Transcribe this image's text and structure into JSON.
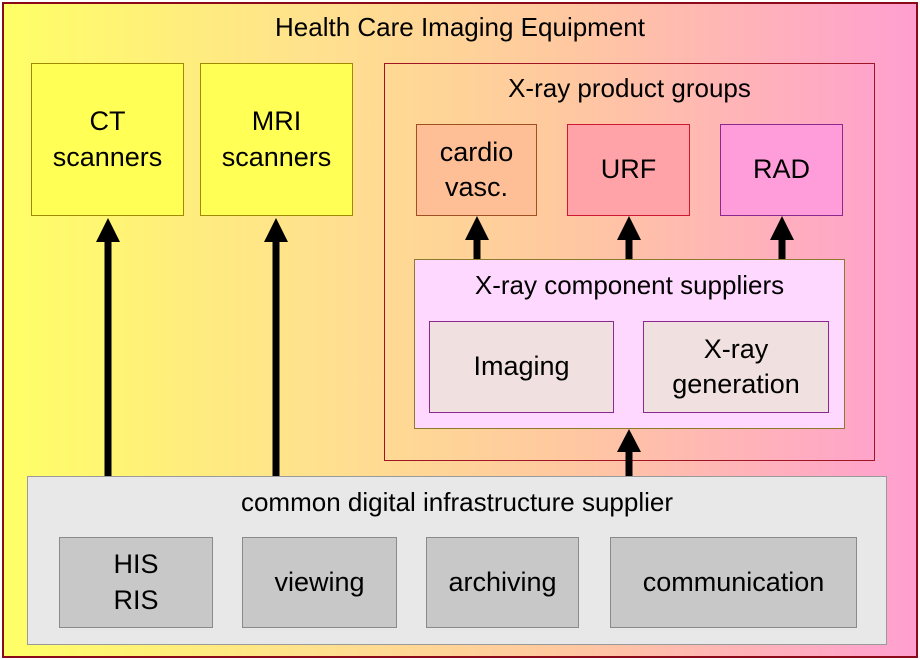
{
  "title": "Health Care Imaging Equipment",
  "ct": {
    "label": "CT\nscanners"
  },
  "mri": {
    "label": "MRI\nscanners"
  },
  "xray_groups": {
    "title": "X-ray product groups",
    "cardio": "cardio\nvasc.",
    "urf": "URF",
    "rad": "RAD"
  },
  "xray_suppliers": {
    "title": "X-ray component suppliers",
    "imaging": "Imaging",
    "generation": "X-ray\ngeneration"
  },
  "infrastructure": {
    "title": "common digital infrastructure supplier",
    "his_ris": "HIS\nRIS",
    "viewing": "viewing",
    "archiving": "archiving",
    "communication": "communication"
  },
  "colors": {
    "frame_border": "#8b0a1a",
    "gradient_left": "#ffff66",
    "gradient_right": "#ff9fd0",
    "arrow": "#000000"
  }
}
